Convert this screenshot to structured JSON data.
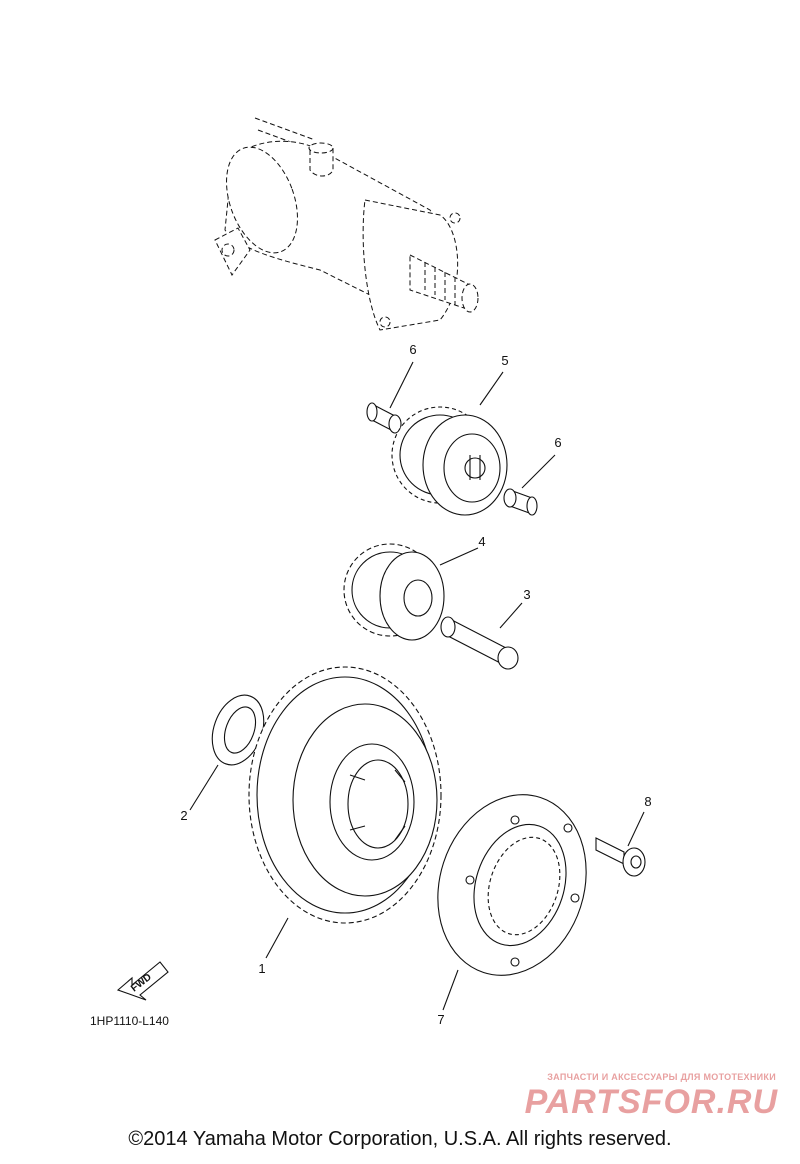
{
  "callouts": {
    "p1": "1",
    "p2": "2",
    "p3": "3",
    "p4": "4",
    "p5": "5",
    "p6a": "6",
    "p6b": "6",
    "p7": "7",
    "p8": "8"
  },
  "fwd_label": "FWD",
  "figure_code": "1HP1110-L140",
  "watermark": {
    "tagline": "ЗАПЧАСТИ И АКСЕССУАРЫ ДЛЯ МОТОТЕХНИКИ",
    "logo_text": "PARTSFOR.RU",
    "color": "#e8a0a0"
  },
  "copyright": "©2014 Yamaha Motor Corporation, U.S.A. All rights reserved."
}
